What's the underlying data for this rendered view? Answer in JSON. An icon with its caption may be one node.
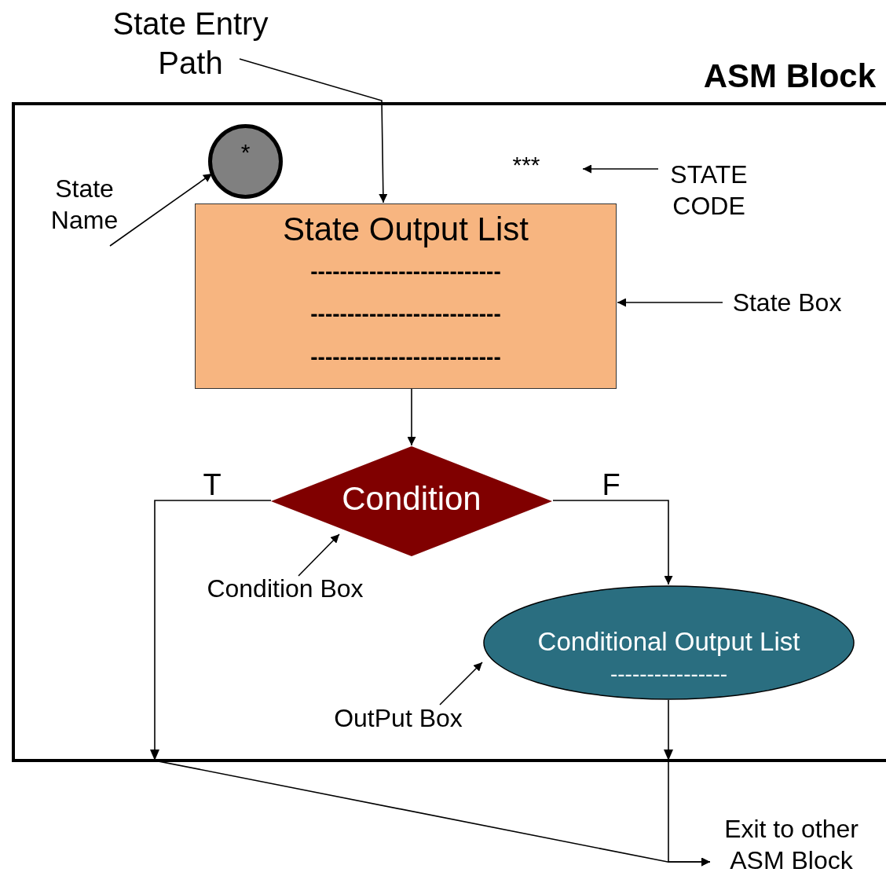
{
  "diagram": {
    "nodes": [
      {
        "text": [
          "ASM Block"
        ]
      },
      {
        "text": [
          "State Entry Path"
        ]
      },
      {
        "text": [
          "*"
        ],
        "in": 0
      },
      {
        "text": [
          "State Output List",
          "-------------------------- -------------------------- --------------------------"
        ],
        "in": 0
      },
      {
        "text": [
          "***"
        ],
        "in": 0
      },
      {
        "text": [
          "STATE CODE"
        ],
        "in": 0
      },
      {
        "text": [
          "State Name"
        ],
        "in": 0
      },
      {
        "text": [
          "State Box"
        ],
        "in": 0
      },
      {
        "text": [
          "Condition"
        ],
        "in": 0
      },
      {
        "text": [
          "Condition Box"
        ],
        "in": 0
      },
      {
        "text": [
          "Conditional Output List",
          "----------------"
        ],
        "in": 0
      },
      {
        "text": [
          "OutPut Box"
        ],
        "in": 0
      },
      {
        "text": [
          "Exit to other ASM Block"
        ]
      }
    ],
    "edges": [
      {
        "from": 1,
        "to": 3,
        "arrow": "to"
      },
      {
        "from": 5,
        "to": 4,
        "arrow": "to"
      },
      {
        "from": 6,
        "to": 2,
        "arrow": "to"
      },
      {
        "from": 7,
        "to": 3,
        "arrow": "to"
      },
      {
        "from": 3,
        "to": 8,
        "arrow": "to"
      },
      {
        "from": 8,
        "to": 10,
        "label": "F",
        "arrow": "to"
      },
      {
        "from": 8,
        "to": 12,
        "label": "T",
        "arrow": "to"
      },
      {
        "from": 10,
        "to": 12,
        "arrow": "to"
      },
      {
        "from": 9,
        "to": 8,
        "arrow": "to"
      },
      {
        "from": 11,
        "to": 10,
        "arrow": "to"
      }
    ]
  }
}
